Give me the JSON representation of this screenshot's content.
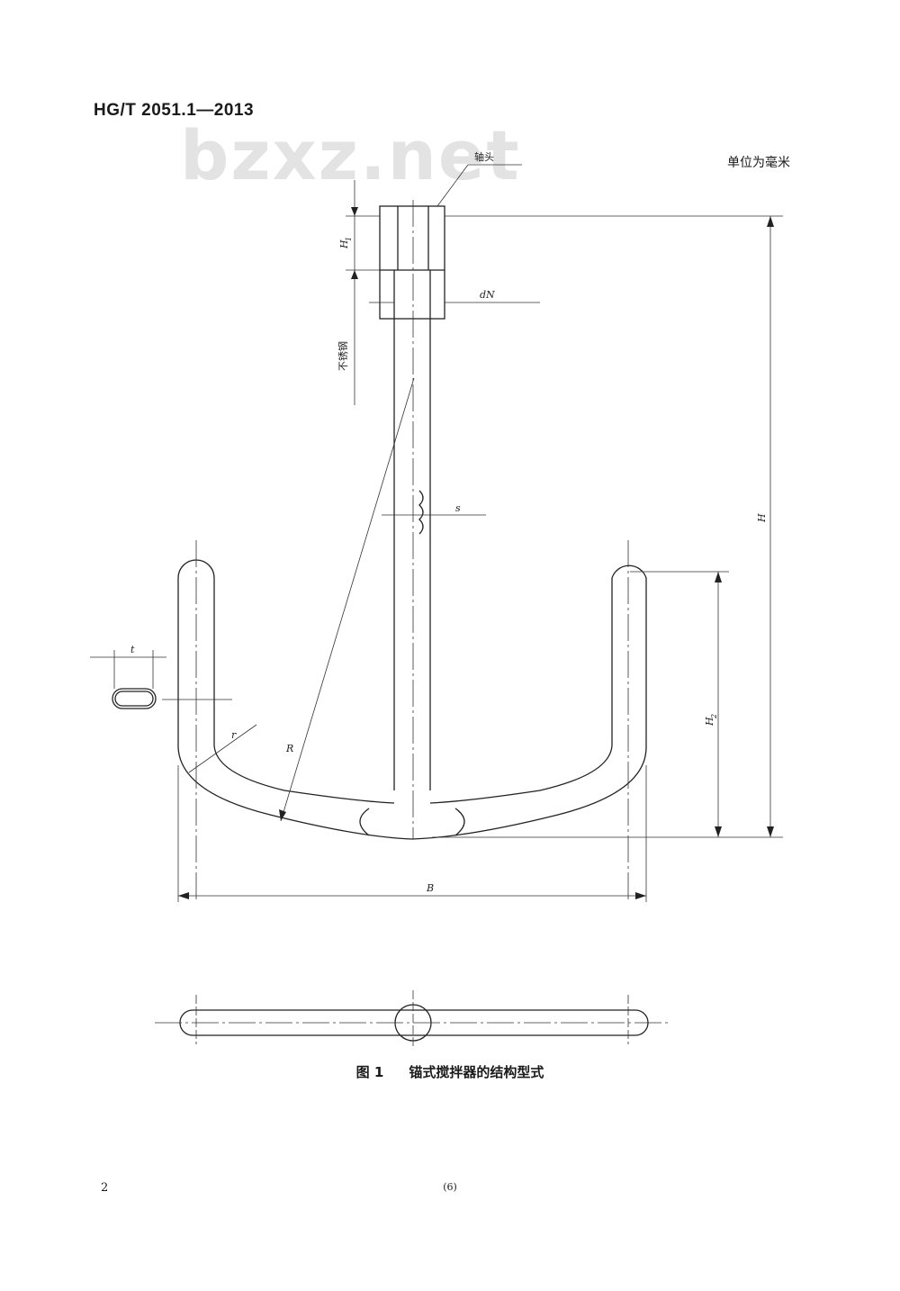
{
  "header": {
    "standard_code": "HG/T 2051.1—2013"
  },
  "watermark": "bzxz.net",
  "unit_note": "单位为毫米",
  "labels": {
    "shaft_head": "轴头",
    "stainless": "不锈钢",
    "h1": "H",
    "h1_sub": "1",
    "dn": "dN",
    "s": "s",
    "h": "H",
    "t": "t",
    "h2": "H",
    "h2_sub": "2",
    "r": "R",
    "b": "B",
    "small_r": "r"
  },
  "caption": {
    "figure_no": "图 1",
    "title": "锚式搅拌器的结构型式"
  },
  "footer": {
    "page_number": "2",
    "print_number": "(6)"
  }
}
